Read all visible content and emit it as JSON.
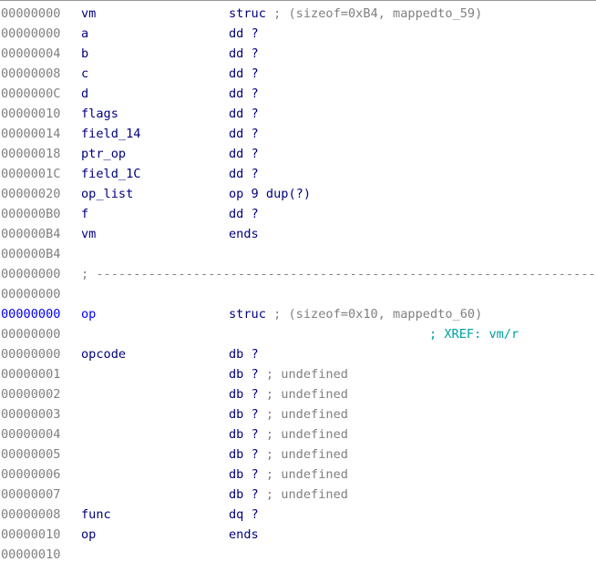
{
  "rows": [
    {
      "addr": "00000000",
      "name": "vm",
      "kw": "struc",
      "comment": " ; (sizeof=0xB4, mappedto_59)"
    },
    {
      "addr": "00000000",
      "name": "a",
      "kw": "dd ?",
      "comment": ""
    },
    {
      "addr": "00000004",
      "name": "b",
      "kw": "dd ?",
      "comment": ""
    },
    {
      "addr": "00000008",
      "name": "c",
      "kw": "dd ?",
      "comment": ""
    },
    {
      "addr": "0000000C",
      "name": "d",
      "kw": "dd ?",
      "comment": ""
    },
    {
      "addr": "00000010",
      "name": "flags",
      "kw": "dd ?",
      "comment": ""
    },
    {
      "addr": "00000014",
      "name": "field_14",
      "kw": "dd ?",
      "comment": ""
    },
    {
      "addr": "00000018",
      "name": "ptr_op",
      "kw": "dd ?",
      "comment": ""
    },
    {
      "addr": "0000001C",
      "name": "field_1C",
      "kw": "dd ?",
      "comment": ""
    },
    {
      "addr": "00000020",
      "name": "op_list",
      "kw": "op 9 dup(?)",
      "comment": ""
    },
    {
      "addr": "000000B0",
      "name": "f",
      "kw": "dd ?",
      "comment": ""
    },
    {
      "addr": "000000B4",
      "name": "vm",
      "kw": "ends",
      "comment": ""
    },
    {
      "addr": "000000B4",
      "name": "",
      "kw": "",
      "comment": ""
    },
    {
      "addr": "00000000",
      "sep": "; -------------------------------------------------------------------------"
    },
    {
      "addr": "00000000",
      "name": "",
      "kw": "",
      "comment": ""
    },
    {
      "addr": "00000000",
      "name": "op",
      "kw": "struc",
      "comment": " ; (sizeof=0x10, mappedto_60)",
      "highlight": true
    },
    {
      "addr": "00000000",
      "name": "",
      "kw": "",
      "comment": "",
      "xref": "; XREF: vm/r"
    },
    {
      "addr": "00000000",
      "name": "opcode",
      "kw": "db ?",
      "comment": ""
    },
    {
      "addr": "00000001",
      "name": "",
      "kw": "db ?",
      "comment": " ; undefined"
    },
    {
      "addr": "00000002",
      "name": "",
      "kw": "db ?",
      "comment": " ; undefined"
    },
    {
      "addr": "00000003",
      "name": "",
      "kw": "db ?",
      "comment": " ; undefined"
    },
    {
      "addr": "00000004",
      "name": "",
      "kw": "db ?",
      "comment": " ; undefined"
    },
    {
      "addr": "00000005",
      "name": "",
      "kw": "db ?",
      "comment": " ; undefined"
    },
    {
      "addr": "00000006",
      "name": "",
      "kw": "db ?",
      "comment": " ; undefined"
    },
    {
      "addr": "00000007",
      "name": "",
      "kw": "db ?",
      "comment": " ; undefined"
    },
    {
      "addr": "00000008",
      "name": "func",
      "kw": "dq ?",
      "comment": ""
    },
    {
      "addr": "00000010",
      "name": "op",
      "kw": "ends",
      "comment": ""
    },
    {
      "addr": "00000010",
      "name": "",
      "kw": "",
      "comment": ""
    }
  ],
  "colors": {
    "address": "#808080",
    "address_highlight": "#0000ff",
    "identifier": "#000080",
    "comment": "#808080",
    "xref": "#00a0a0",
    "background": "#ffffff"
  }
}
